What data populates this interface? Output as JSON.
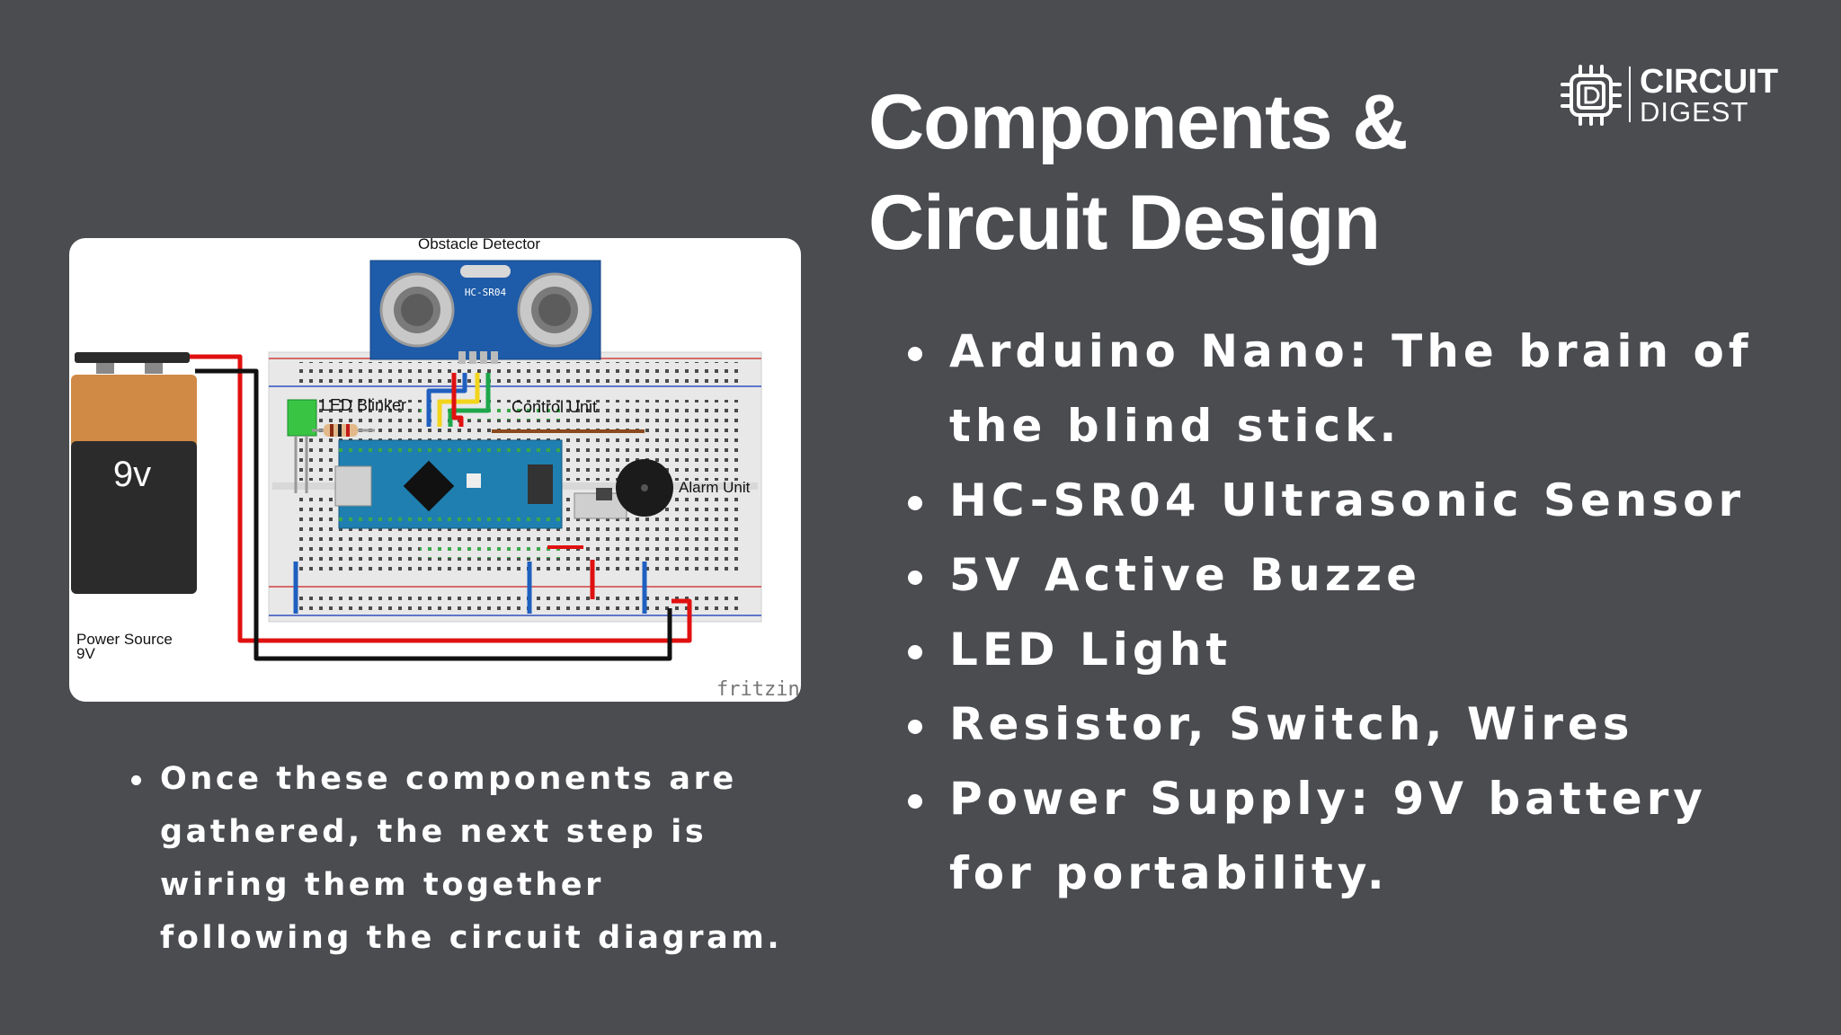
{
  "slide": {
    "title_line1": "Components &",
    "title_line2": "Circuit Design"
  },
  "logo": {
    "line1": "CIRCUIT",
    "line2": "DIGEST",
    "icon": "circuit-digest-chip-logo"
  },
  "diagram": {
    "labels": {
      "obstacle_detector": "Obstacle Detector",
      "sensor_model": "HC-SR04",
      "led_blinker": "LED Blinker",
      "control_unit": "Control Unit",
      "alarm_unit": "Alarm Unit",
      "battery": "9v",
      "power_source_line1": "Power Source",
      "power_source_line2": "9V",
      "watermark": "fritzing"
    },
    "colors": {
      "sensor_board": "#1e5ba8",
      "nano_board": "#1f7fb0",
      "battery_top": "#d08a45",
      "battery_body": "#2b2b2b",
      "wire_red": "#e01010",
      "wire_black": "#111111",
      "wire_blue": "#1f5fbf",
      "wire_yellow": "#f2d51b",
      "wire_green": "#1ea64a",
      "led": "#39c444"
    }
  },
  "components_list": [
    "Arduino Nano: The brain of the blind stick.",
    "HC-SR04 Ultrasonic Sensor",
    "5V Active Buzze",
    "LED Light",
    "Resistor, Switch, Wires",
    "Power Supply: 9V battery for portability."
  ],
  "note_list": [
    "Once these components are gathered, the next step is wiring them together following the circuit diagram."
  ]
}
